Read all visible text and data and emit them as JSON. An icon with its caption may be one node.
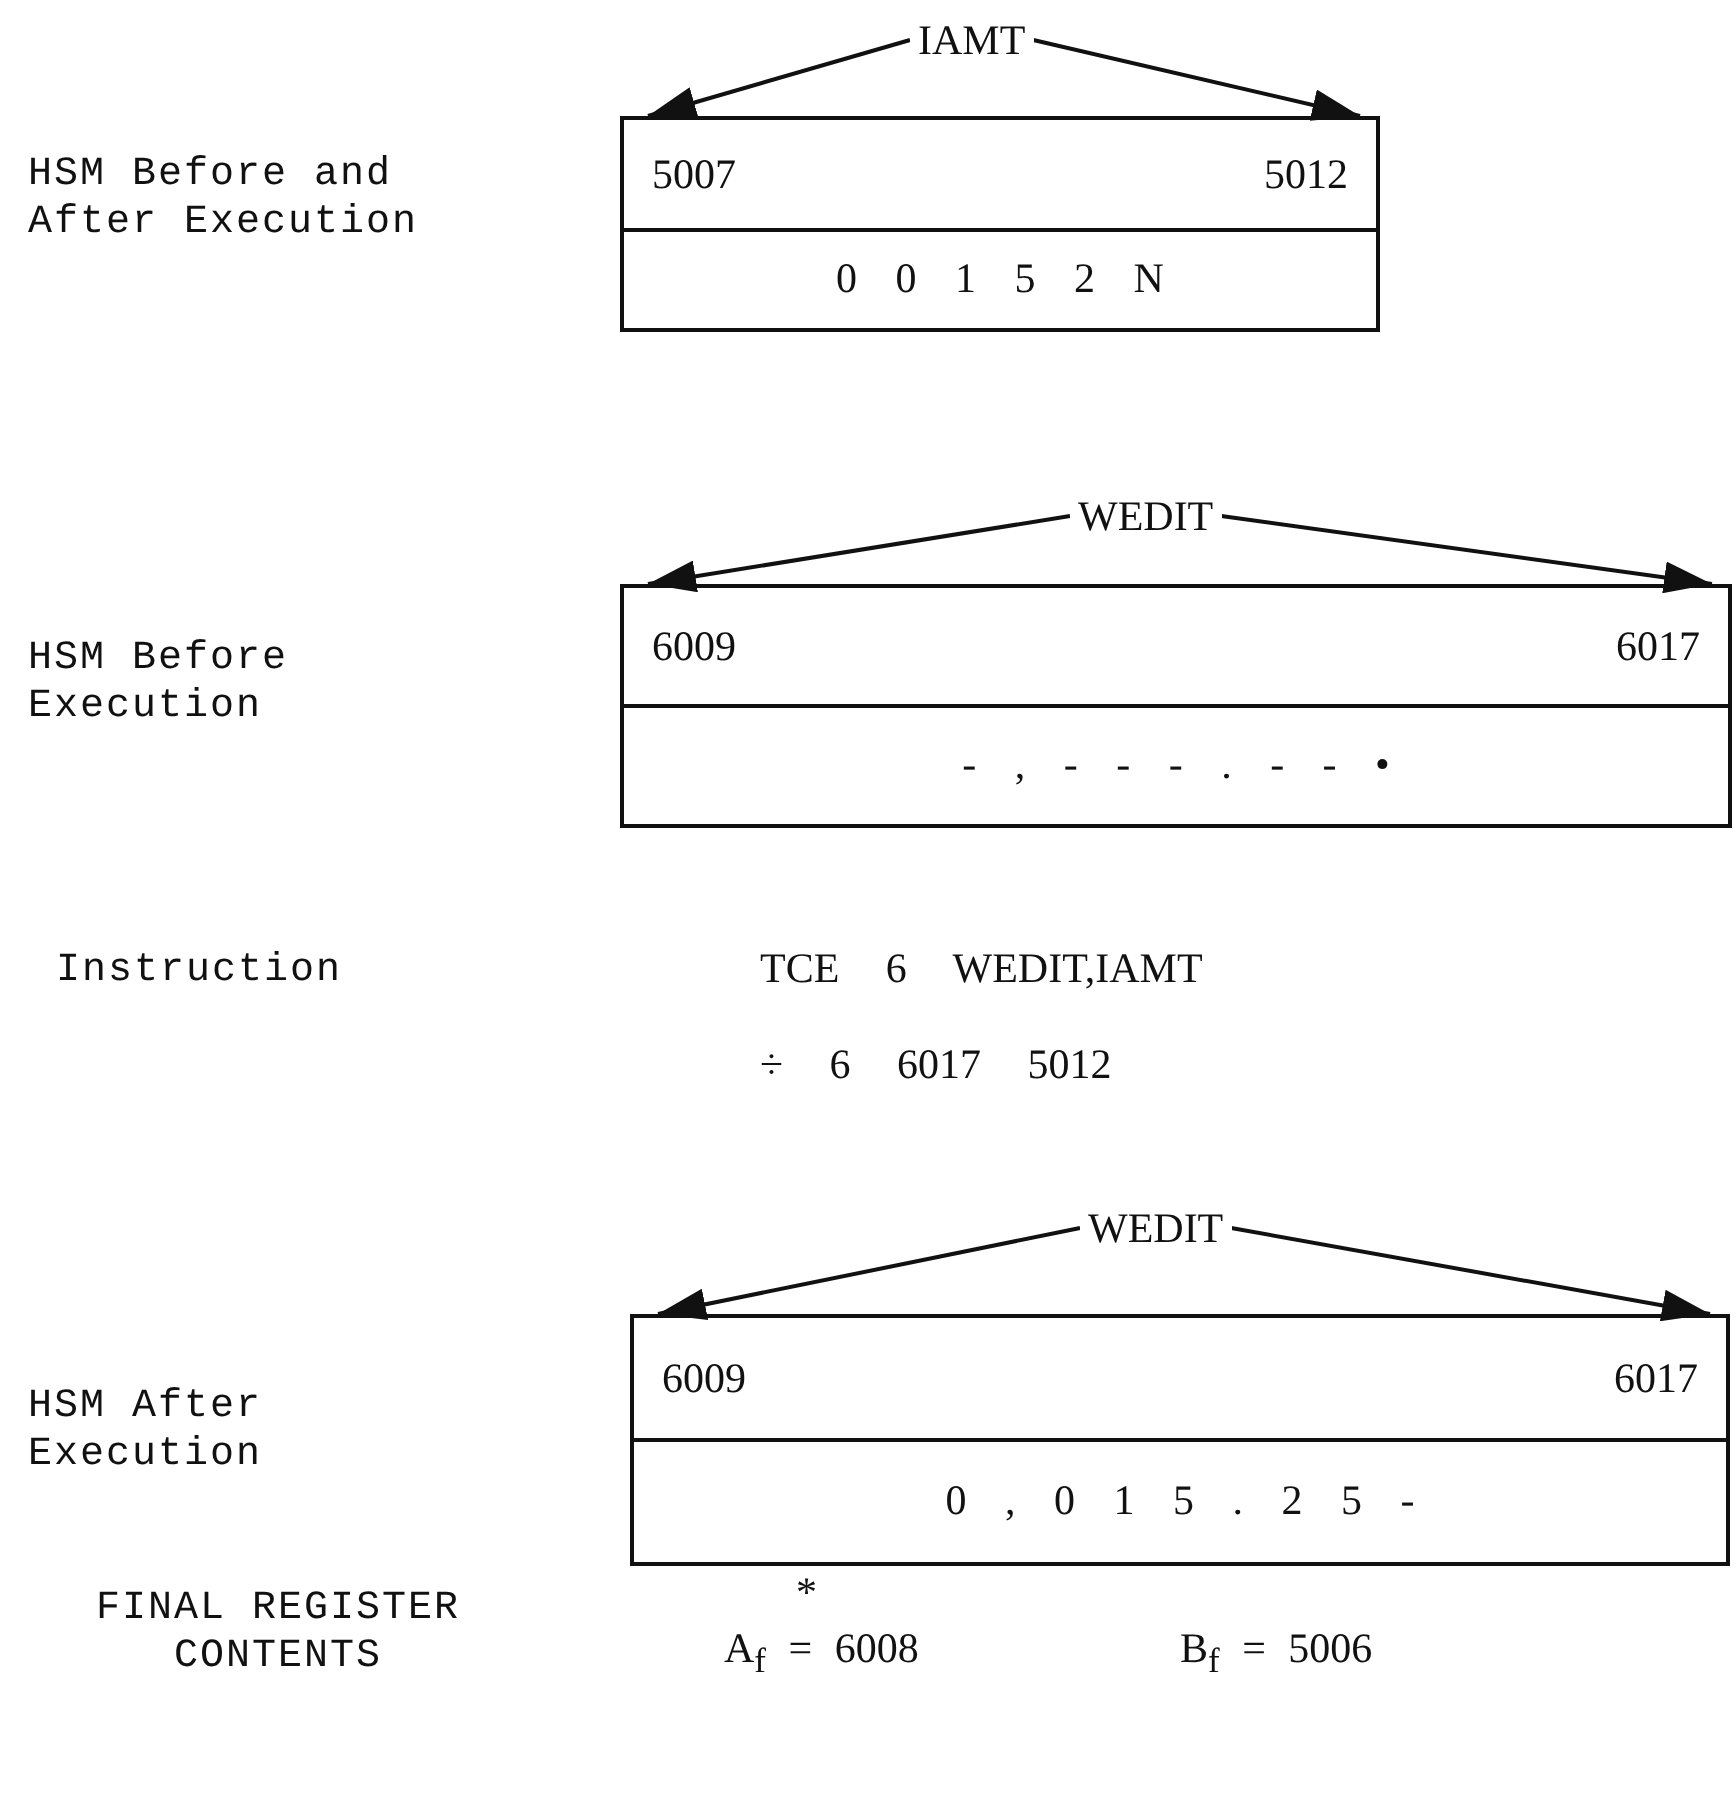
{
  "diagram": {
    "nodes": [
      {
        "text": [
          "IAMT"
        ]
      },
      {
        "text": [
          "5007",
          "5012",
          "0 0 1 5 2 N"
        ]
      },
      {
        "text": [
          "WEDIT"
        ]
      },
      {
        "text": [
          "6009",
          "6017",
          "- , - - - . - - •"
        ]
      },
      {
        "text": [
          "WEDIT"
        ]
      },
      {
        "text": [
          "6009",
          "6017",
          "0 , 0 1 5 . 2 5 -"
        ]
      }
    ],
    "edges": [
      {
        "from": 0,
        "to": 1,
        "arrow": "to"
      },
      {
        "from": 0,
        "to": 1,
        "arrow": "to"
      },
      {
        "from": 2,
        "to": 3,
        "arrow": "to"
      },
      {
        "from": 2,
        "to": 3,
        "arrow": "to"
      },
      {
        "from": 4,
        "to": 5,
        "arrow": "to"
      },
      {
        "from": 4,
        "to": 5,
        "arrow": "to"
      }
    ],
    "labels": [
      "HSM Before and After Execution",
      "HSM Before Execution",
      "Instruction",
      "TCE 6 WEDIT,IAMT",
      "÷ 6 6017 5012",
      "HSM After Execution",
      "FINAL REGISTER CONTENTS",
      "*",
      "A$_{f}$ = 6008",
      "B$_{f}$ = 5006"
    ]
  }
}
